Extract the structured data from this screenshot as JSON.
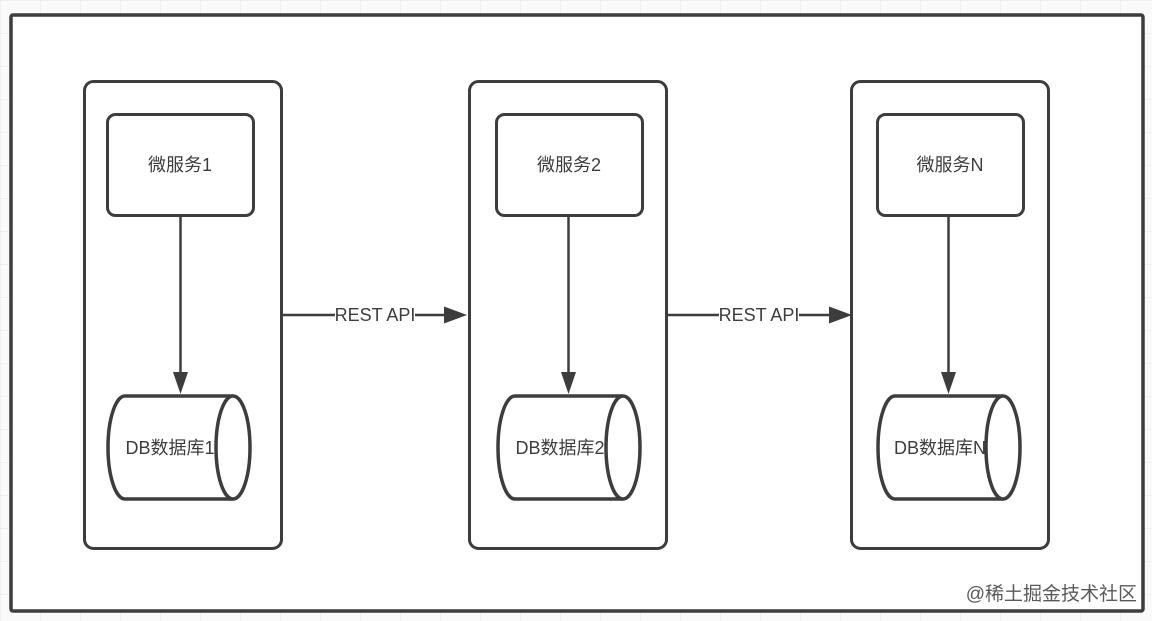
{
  "diagram": {
    "title_context": "microservices-per-database-architecture",
    "groups": [
      {
        "service_label": "微服务1",
        "db_label": "DB数据库1"
      },
      {
        "service_label": "微服务2",
        "db_label": "DB数据库2"
      },
      {
        "service_label": "微服务N",
        "db_label": "DB数据库N"
      }
    ],
    "connections": [
      {
        "label": "REST API"
      },
      {
        "label": "REST API"
      }
    ],
    "watermark": "@稀土掘金技术社区",
    "colors": {
      "stroke": "#3d3d3d",
      "text": "#3d3d3d",
      "watermark": "#9e9e9e"
    }
  }
}
